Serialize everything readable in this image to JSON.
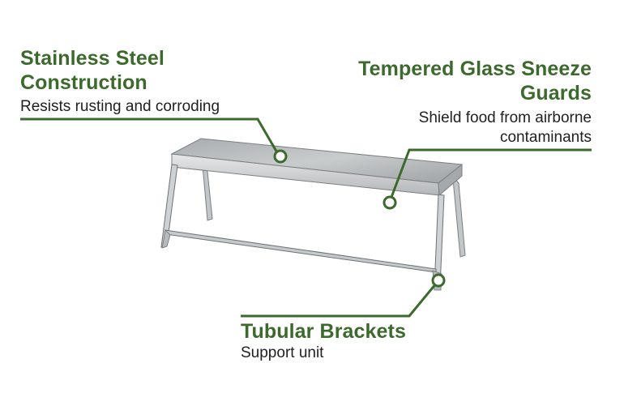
{
  "callouts": {
    "steel": {
      "title": "Stainless Steel Construction",
      "description": "Resists rusting and corroding"
    },
    "glass": {
      "title": "Tempered Glass Sneeze Guards",
      "description": "Shield food from airborne contaminants"
    },
    "brackets": {
      "title": "Tubular Brackets",
      "description": "Support unit"
    }
  },
  "colors": {
    "accent": "#3c6a2c",
    "text": "#1f1f1f",
    "steel": "#b9bcbe"
  }
}
